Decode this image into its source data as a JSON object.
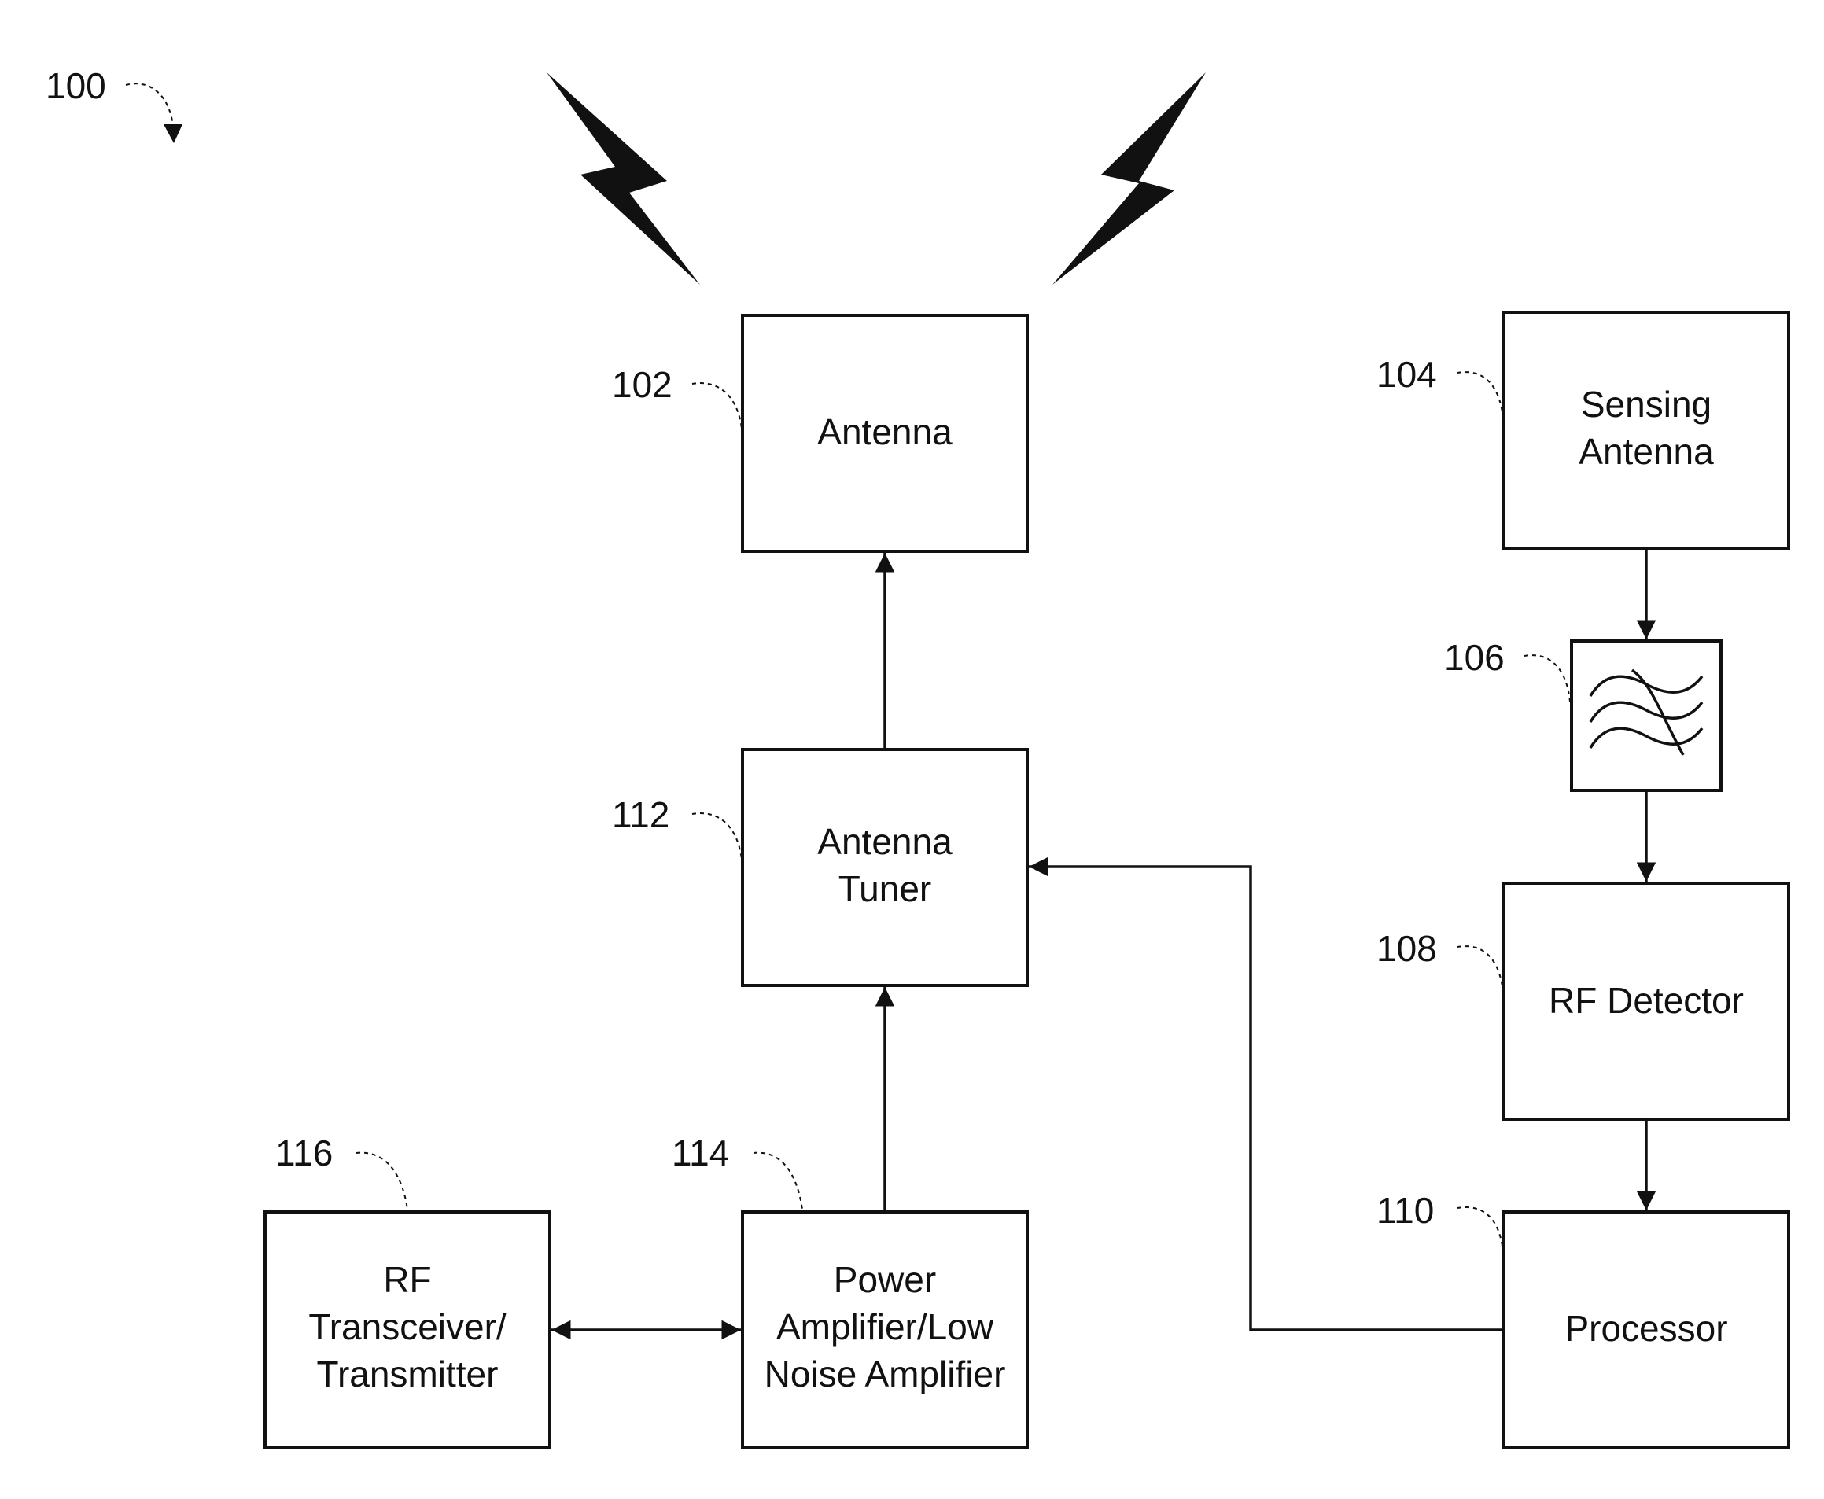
{
  "figure": {
    "ref": "100"
  },
  "blocks": {
    "antenna": {
      "ref": "102",
      "lines": [
        "Antenna"
      ]
    },
    "sensing_antenna": {
      "ref": "104",
      "lines": [
        "Sensing",
        "Antenna"
      ]
    },
    "filter": {
      "ref": "106",
      "icon": "filter-wave-icon"
    },
    "rf_detector": {
      "ref": "108",
      "lines": [
        "RF Detector"
      ]
    },
    "processor": {
      "ref": "110",
      "lines": [
        "Processor"
      ]
    },
    "antenna_tuner": {
      "ref": "112",
      "lines": [
        "Antenna",
        "Tuner"
      ]
    },
    "power_amplifier": {
      "ref": "114",
      "lines": [
        "Power",
        "Amplifier/Low",
        "Noise Amplifier"
      ]
    },
    "rf_transceiver": {
      "ref": "116",
      "lines": [
        "RF",
        "Transceiver/",
        "Transmitter"
      ]
    }
  },
  "icons": {
    "bolt_left": "lightning-bolt-icon",
    "bolt_right": "lightning-bolt-icon"
  },
  "colors": {
    "ink": "#111111",
    "background": "#ffffff"
  }
}
